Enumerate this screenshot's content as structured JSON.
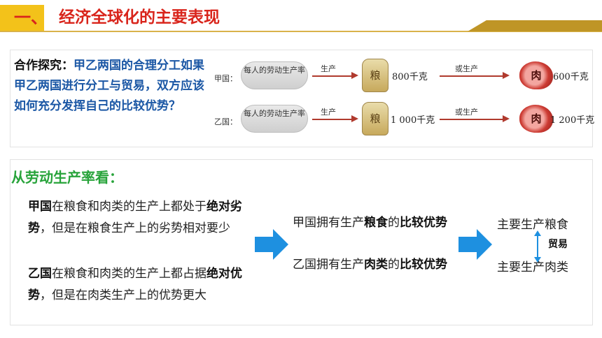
{
  "header": {
    "number": "一、",
    "title": "经济全球化的主要表现"
  },
  "inquiry": {
    "label": "合作探究：",
    "question": "甲乙两国的合理分工如果甲乙两国进行分工与贸易，双方应该如何充分发挥自己的比较优势？"
  },
  "diagram": {
    "rows": [
      {
        "country": "甲国：",
        "productivity": "每人的劳动生产率",
        "verb1": "生产",
        "grain_char": "粮",
        "grain_amount": "800千克",
        "verb2": "或生产",
        "meat_char": "肉",
        "meat_amount": "600千克"
      },
      {
        "country": "乙国：",
        "productivity": "每人的劳动生产率",
        "verb1": "生产",
        "grain_char": "粮",
        "grain_amount": "1 000千克",
        "verb2": "或生产",
        "meat_char": "肉",
        "meat_amount": "1 200千克"
      }
    ]
  },
  "section2": {
    "title": "从劳动生产率看：",
    "jia": {
      "country": "甲国",
      "t1": "在粮食和肉类的生产上都处于",
      "strong": "绝对劣势",
      "t2": "，但是在粮食生产上的劣势相对要少"
    },
    "yi": {
      "country": "乙国",
      "t1": "在粮食和肉类的生产上都占据",
      "strong": "绝对优势",
      "t2": "，但是在肉类生产上的优势更大"
    },
    "result_jia": {
      "pre": "甲国拥有生产",
      "good": "粮食",
      "mid": "的",
      "adv": "比较优势"
    },
    "result_yi": {
      "pre": "乙国拥有生产",
      "good": "肉类",
      "mid": "的",
      "adv": "比较优势"
    },
    "out_jia": "主要生产粮食",
    "out_yi": "主要生产肉类",
    "trade": "贸易"
  },
  "colors": {
    "accent_red": "#d9251c",
    "accent_yellow": "#f3c21a",
    "question_blue": "#1b57a5",
    "title_green": "#27a33a",
    "arrow_blue": "#1e90e0"
  }
}
